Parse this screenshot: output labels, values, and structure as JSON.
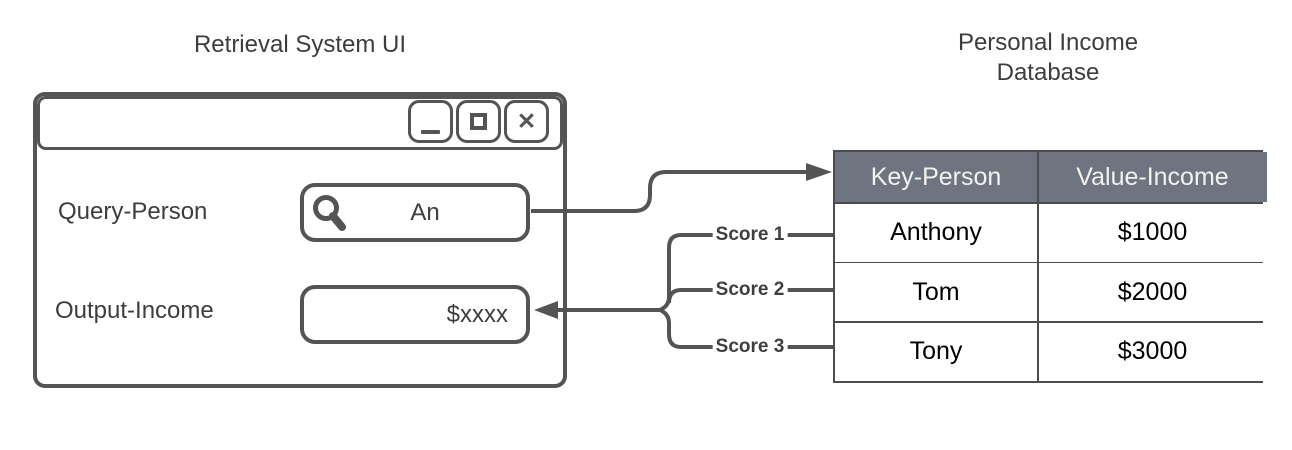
{
  "left_panel": {
    "title": "Retrieval System UI",
    "window_controls": {
      "minimize_icon": "minimize-underscore",
      "maximize_icon": "maximize-square",
      "close_glyph": "✕"
    },
    "query": {
      "label": "Query-Person",
      "value": "An",
      "icon": "search-magnifier"
    },
    "output": {
      "label": "Output-Income",
      "value": "$xxxx"
    }
  },
  "right_panel": {
    "title": "Personal Income Database",
    "table": {
      "headers": [
        "Key-Person",
        "Value-Income"
      ],
      "rows": [
        [
          "Anthony",
          "$1000"
        ],
        [
          "Tom",
          "$2000"
        ],
        [
          "Tony",
          "$3000"
        ]
      ]
    }
  },
  "connectors": {
    "score_labels": [
      "Score 1",
      "Score 2",
      "Score 3"
    ],
    "query_to_table": "arrow-right-into-header",
    "scores_to_output": "brace-arrow-left-into-output"
  },
  "colors": {
    "line": "#545454",
    "text": "#3d3d3d",
    "table_header_bg": "#6e7480",
    "table_header_text": "#f2f2f2",
    "table_border": "#4c4c4c"
  }
}
